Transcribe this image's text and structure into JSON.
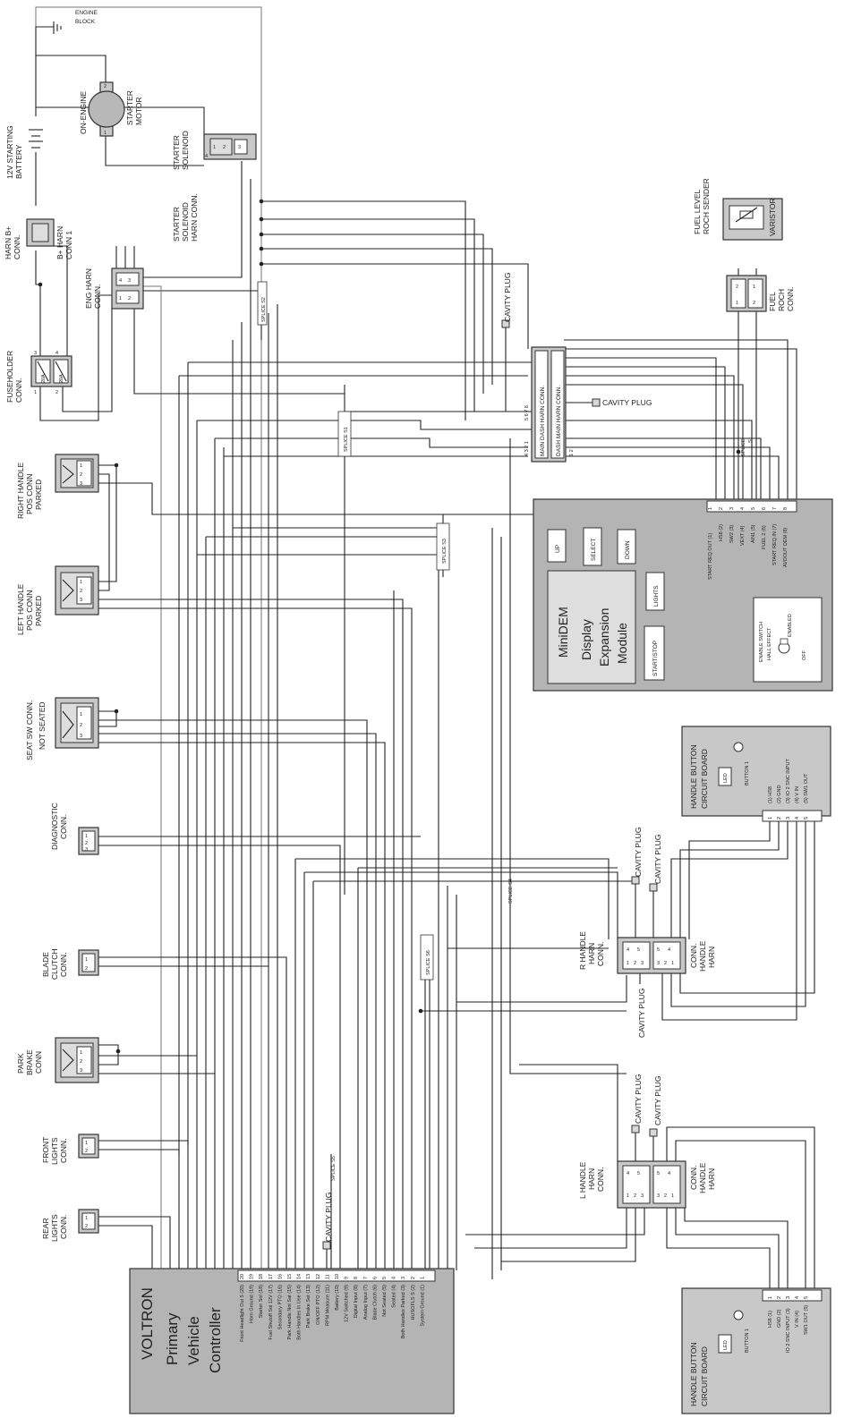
{
  "battery": {
    "label1": "12V STARTING",
    "label2": "BATTERY"
  },
  "engine_block": {
    "label1": "ENGINE",
    "label2": "BLOCK"
  },
  "starter_motor": {
    "label1": "ON-ENGINE",
    "label2": "STARTER",
    "label3": "MOTOR",
    "pin1": "1",
    "pin2": "2"
  },
  "starter_solenoid": {
    "label1": "STARTER",
    "label2": "SOLENOID",
    "pins": [
      "1",
      "2",
      "3",
      "4"
    ]
  },
  "starter_harn": {
    "label1": "STARTER",
    "label2": "SOLENOID",
    "label3": "HARN CONN."
  },
  "harn_bplus": {
    "label1": "HARN B+",
    "label2": "CONN.",
    "label3": "B+ HARN",
    "label4": "CONN 1"
  },
  "eng_harn": {
    "label1": "ENG HARN",
    "label2": "CONN.",
    "pins": [
      "1",
      "2",
      "3",
      "4"
    ]
  },
  "fuseholder": {
    "label1": "FUSEHOLDER",
    "label2": "CONN.",
    "fuse1": "20A",
    "fuse2": "20A",
    "pins": [
      "1",
      "2",
      "3",
      "4"
    ]
  },
  "right_handle": {
    "label1": "RIGHT HANDLE",
    "label2": "POS CONN",
    "label3": "PARKED",
    "pins": [
      "1",
      "2",
      "3"
    ]
  },
  "left_handle": {
    "label1": "LEFT HANDLE",
    "label2": "POS CONN",
    "label3": "PARKED",
    "pins": [
      "1",
      "2",
      "3"
    ]
  },
  "seat_sw": {
    "label1": "SEAT SW CONN.",
    "label2": "NOT SEATED",
    "pins": [
      "1",
      "2",
      "3"
    ]
  },
  "diagnostic": {
    "label1": "DIAGNOSTIC",
    "label2": "CONN.",
    "pins": [
      "1",
      "2",
      "3"
    ]
  },
  "blade_clutch": {
    "label1": "BLADE",
    "label2": "CLUTCH",
    "label3": "CONN.",
    "pins": [
      "1",
      "2"
    ]
  },
  "park_brake": {
    "label1": "PARK",
    "label2": "BRAKE",
    "label3": "CONN",
    "pins": [
      "1",
      "2",
      "3"
    ]
  },
  "front_lights": {
    "label1": "FRONT",
    "label2": "LIGHTS",
    "label3": "CONN.",
    "pins": [
      "1",
      "2"
    ]
  },
  "rear_lights": {
    "label1": "REAR",
    "label2": "LIGHTS",
    "label3": "CONN.",
    "pins": [
      "1",
      "2"
    ]
  },
  "splices": {
    "s1": "SPLICE S1",
    "s2": "SPLICE S2",
    "s3": "SPLICE S3",
    "s4": "SPLICE S4",
    "s5": "SPLICE S5",
    "s6": "SPLICE S6",
    "s7": "SPLICE",
    "s7b": "S1"
  },
  "cavity_plug": "CAVITY PLUG",
  "main_dash": {
    "label1": "MAIN DASH HARN CONN.",
    "label2": "DASH MAIN HARN CONN.",
    "nums_top": "4 3 2 1",
    "nums_bot": "1 2",
    "mid": "5 6 7 8"
  },
  "fuel_level": {
    "label1": "FUEL LEVEL",
    "label2": "ROCH SENDER",
    "varistor": "VARISTOR"
  },
  "fuel_roch": {
    "label1": "FUEL",
    "label2": "ROCH",
    "label3": "CONN.",
    "pins": [
      "1",
      "2"
    ]
  },
  "minidem": {
    "title": "MiniDEM",
    "sub1": "Display",
    "sub2": "Expansion",
    "sub3": "Module",
    "buttons": [
      "UP",
      "SELECT",
      "DOWN",
      "LIGHTS",
      "START/STOP"
    ],
    "pins": [
      {
        "label": "START REQ OUT (1)",
        "n": "1"
      },
      {
        "label": "HS8 (2)",
        "n": "2"
      },
      {
        "label": "SW2 (3)",
        "n": "3"
      },
      {
        "label": "VEXT (4)",
        "n": "4"
      },
      {
        "label": "AIN1 (5)",
        "n": "5"
      },
      {
        "label": "FUEL 2 (6)",
        "n": "6"
      },
      {
        "label": "START REQ IN (7)",
        "n": "7"
      },
      {
        "label": "AI/DOUT DEM (8)",
        "n": "8"
      }
    ],
    "enable1": "ENABLE SWITCH",
    "enable2": "HALL EFFECT",
    "enabled": "ENABLED",
    "off": "OFF"
  },
  "handle_button_top": {
    "title1": "HANDLE BUTTON",
    "title2": "CIRCUIT BOARD",
    "led": "LED",
    "button": "BUTTON 1",
    "pins": [
      {
        "label": "(1) HS8",
        "n": "1"
      },
      {
        "label": "(2) GND",
        "n": "2"
      },
      {
        "label": "(3) IO 2 SNC INPUT",
        "n": "3"
      },
      {
        "label": "(4) V IN",
        "n": "4"
      },
      {
        "label": "(5) SW1 OUT",
        "n": "5"
      }
    ]
  },
  "r_handle": {
    "label1": "R HANDLE",
    "label2": "HARN",
    "label3": "CONN.",
    "pins_a": [
      "1",
      "2",
      "3",
      "4",
      "5"
    ],
    "pins_b": [
      "1",
      "2",
      "3",
      "4",
      "5"
    ],
    "conn1": "CONN.",
    "conn2": "HANDLE",
    "conn3": "HARN"
  },
  "l_handle": {
    "label1": "L HANDLE",
    "label2": "HARN",
    "label3": "CONN.",
    "pins_a": [
      "1",
      "2",
      "3",
      "4",
      "5"
    ],
    "pins_b": [
      "1",
      "2",
      "3",
      "4",
      "5"
    ],
    "conn1": "CONN.",
    "conn2": "HANDLE",
    "conn3": "HARN"
  },
  "handle_button_bot": {
    "title1": "HANDLE BUTTON",
    "title2": "CIRCUIT BOARD",
    "led": "LED",
    "button": "BUTTON 1",
    "pins": [
      {
        "label": "HS8 (1)",
        "n": "1"
      },
      {
        "label": "GND (2)",
        "n": "2"
      },
      {
        "label": "IO 2 SNC INPUT (3)",
        "n": "3"
      },
      {
        "label": "V IN (4)",
        "n": "4"
      },
      {
        "label": "SW1 OUT (5)",
        "n": "5"
      }
    ]
  },
  "voltron": {
    "title": "VOLTRON",
    "sub1": "Primary",
    "sub2": "Vehicle",
    "sub3": "Controller",
    "pins": [
      {
        "label": "Front Headlight Out 5 (20)",
        "n": "20"
      },
      {
        "label": "Horn Ground (19)",
        "n": "19"
      },
      {
        "label": "Starter Sol (18)",
        "n": "18"
      },
      {
        "label": "Fuel Shutoff Sol 12V (17)",
        "n": "17"
      },
      {
        "label": "Secondary PTO (16)",
        "n": "16"
      },
      {
        "label": "Park Handle Not Sat (15)",
        "n": "15"
      },
      {
        "label": "Both Handles In Use (14)",
        "n": "14"
      },
      {
        "label": "Park Brake Set (13)",
        "n": "13"
      },
      {
        "label": "ON/OFF PTO (12)",
        "n": "12"
      },
      {
        "label": "RPM Measure (11)",
        "n": "11"
      },
      {
        "label": "Battery (10)",
        "n": "10"
      },
      {
        "label": "12V Switched (9)",
        "n": "9"
      },
      {
        "label": "Digital Input (8)",
        "n": "8"
      },
      {
        "label": "Analog Input (7)",
        "n": "7"
      },
      {
        "label": "Blade Clutch (6)",
        "n": "6"
      },
      {
        "label": "Not Seated (5)",
        "n": "5"
      },
      {
        "label": "Seated (4)",
        "n": "4"
      },
      {
        "label": "Both Handles Parked (3)",
        "n": "3"
      },
      {
        "label": "HUSOFLS S (2)",
        "n": "2"
      },
      {
        "label": "System Ground (1)",
        "n": "1"
      }
    ]
  }
}
